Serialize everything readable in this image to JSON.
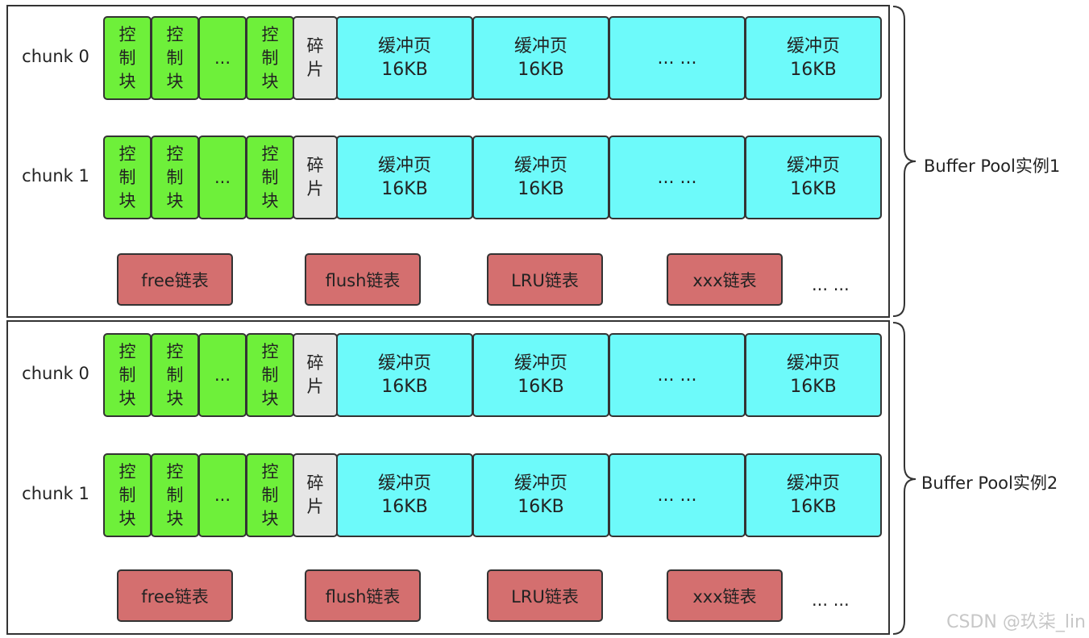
{
  "pools": [
    {
      "label": "Buffer Pool实例1",
      "chunks": [
        {
          "label": "chunk 0"
        },
        {
          "label": "chunk 1"
        }
      ],
      "lists": [
        "free链表",
        "flush链表",
        "LRU链表",
        "xxx链表"
      ],
      "lists_more": "... ..."
    },
    {
      "label": "Buffer Pool实例2",
      "chunks": [
        {
          "label": "chunk 0"
        },
        {
          "label": "chunk 1"
        }
      ],
      "lists": [
        "free链表",
        "flush链表",
        "LRU链表",
        "xxx链表"
      ],
      "lists_more": "... ..."
    }
  ],
  "cells": {
    "control_block": "控制块",
    "control_ellipsis": "...",
    "fragment": "碎片",
    "page_name": "缓冲页",
    "page_size": "16KB",
    "page_ellipsis": "... ..."
  },
  "watermark": "CSDN @玖柒_lin",
  "colors": {
    "control_block": "#6ef03a",
    "fragment": "#e6e6e6",
    "page": "#6dfafa",
    "list": "#d46f6f",
    "border": "#333333"
  }
}
